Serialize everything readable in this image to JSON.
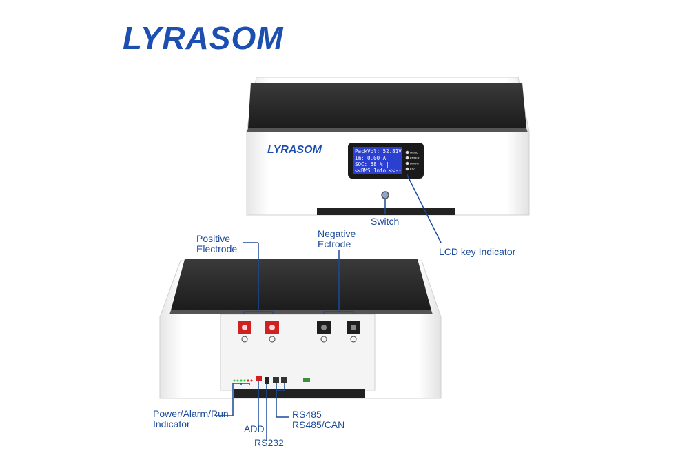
{
  "brand": {
    "logo_text": "LYRASOM",
    "device_logo_text": "LYRASOM",
    "color": "#1d4fb0"
  },
  "lcd": {
    "lines": [
      "PackVol: 52.81V",
      "Im:   0.00 A",
      "SOC: 58 % |",
      "<<BMS Info <<--"
    ],
    "buttons": [
      "MENU",
      "ENTER",
      "DOWN",
      "ESC"
    ]
  },
  "labels": {
    "switch": "Switch",
    "lcd_key": "LCD key Indicator",
    "positive": [
      "Positive",
      "Electrode"
    ],
    "negative": [
      "Negative",
      "Ectrode"
    ],
    "power": [
      "Power/Alarm/Run",
      "Indicator"
    ],
    "add": "ADD",
    "rs232": "RS232",
    "rs485": "RS485",
    "rs485can": "RS485/CAN"
  },
  "colors": {
    "callout": "#1a4a9a",
    "positive_terminal": "#d02020",
    "negative_terminal": "#1e1e1e",
    "screen": "#2b3fd0"
  }
}
